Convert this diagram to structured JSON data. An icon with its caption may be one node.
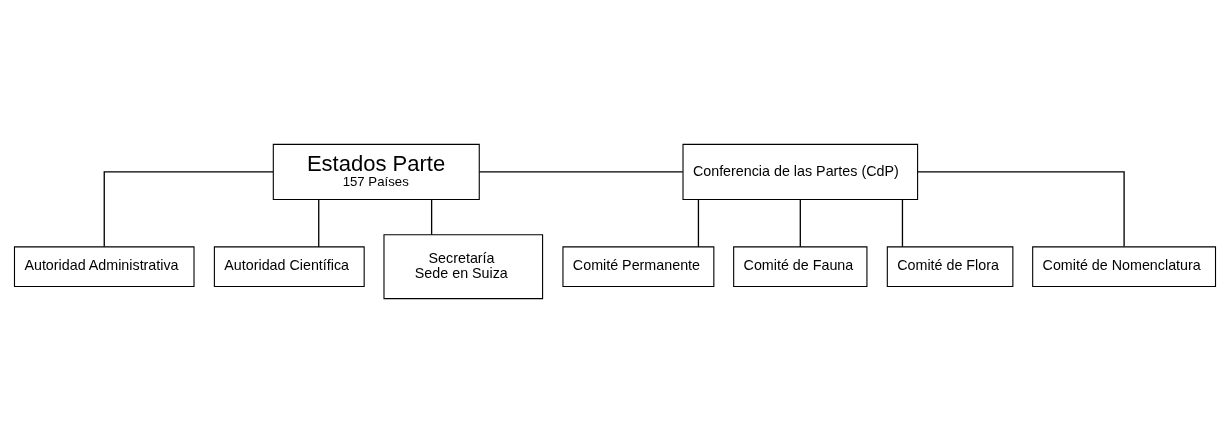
{
  "diagram": {
    "nodes": [
      {
        "text": [
          "Estados Parte",
          "157 Países"
        ]
      },
      {
        "text": [
          "Conferencia de las Partes (CdP)"
        ]
      },
      {
        "text": [
          "Autoridad Administrativa"
        ]
      },
      {
        "text": [
          "Autoridad Científica"
        ]
      },
      {
        "text": [
          "Comité Permanente"
        ]
      },
      {
        "text": [
          "Comité de Fauna"
        ]
      },
      {
        "text": [
          "Comité de Flora"
        ]
      },
      {
        "text": [
          "Comité de Nomenclatura"
        ]
      },
      {
        "text": [
          "Secretaría",
          "Sede en Suiza"
        ]
      }
    ],
    "edges": [
      {
        "from": 0,
        "to": 1,
        "arrow": "none"
      },
      {
        "from": 0,
        "to": 8,
        "arrow": "none"
      },
      {
        "from": 0,
        "to": 2,
        "arrow": "none"
      },
      {
        "from": 0,
        "to": 3,
        "arrow": "none"
      },
      {
        "from": 1,
        "to": 4,
        "arrow": "none"
      },
      {
        "from": 1,
        "to": 5,
        "arrow": "none"
      },
      {
        "from": 1,
        "to": 6,
        "arrow": "none"
      },
      {
        "from": 1,
        "to": 7,
        "arrow": "none"
      }
    ]
  }
}
